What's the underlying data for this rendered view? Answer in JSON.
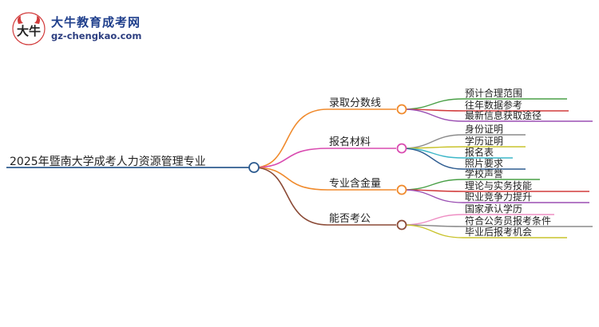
{
  "logo": {
    "name": "大牛教育成考网",
    "url": "gz-chengkao.com",
    "mark_text": "大牛"
  },
  "root": {
    "label": "2025年暨南大学成考人力资源管理专业",
    "color": "#2f5d91"
  },
  "branches": [
    {
      "label": "录取分数线",
      "color": "#f08a2c",
      "children": [
        {
          "label": "预计合理范围",
          "color": "#4aa047"
        },
        {
          "label": "往年数据参考",
          "color": "#d23b3b"
        },
        {
          "label": "最新信息获取途径",
          "color": "#9b4fb3"
        }
      ]
    },
    {
      "label": "报名材料",
      "color": "#d94bb0",
      "children": [
        {
          "label": "身份证明",
          "color": "#8c8c8c"
        },
        {
          "label": "学历证明",
          "color": "#c9c32c"
        },
        {
          "label": "报名表",
          "color": "#3cb7c8"
        },
        {
          "label": "照片要求",
          "color": "#2f5d91"
        }
      ]
    },
    {
      "label": "专业含金量",
      "color": "#f08a2c",
      "children": [
        {
          "label": "学校声誉",
          "color": "#4aa047"
        },
        {
          "label": "理论与实务技能",
          "color": "#d23b3b"
        },
        {
          "label": "职业竞争力提升",
          "color": "#9b4fb3"
        }
      ]
    },
    {
      "label": "能否考公",
      "color": "#8b4a36",
      "children": [
        {
          "label": "国家承认学历",
          "color": "#ee8fc4"
        },
        {
          "label": "符合公务员报考条件",
          "color": "#8c8c8c"
        },
        {
          "label": "毕业后报考机会",
          "color": "#c9c32c"
        }
      ]
    }
  ]
}
